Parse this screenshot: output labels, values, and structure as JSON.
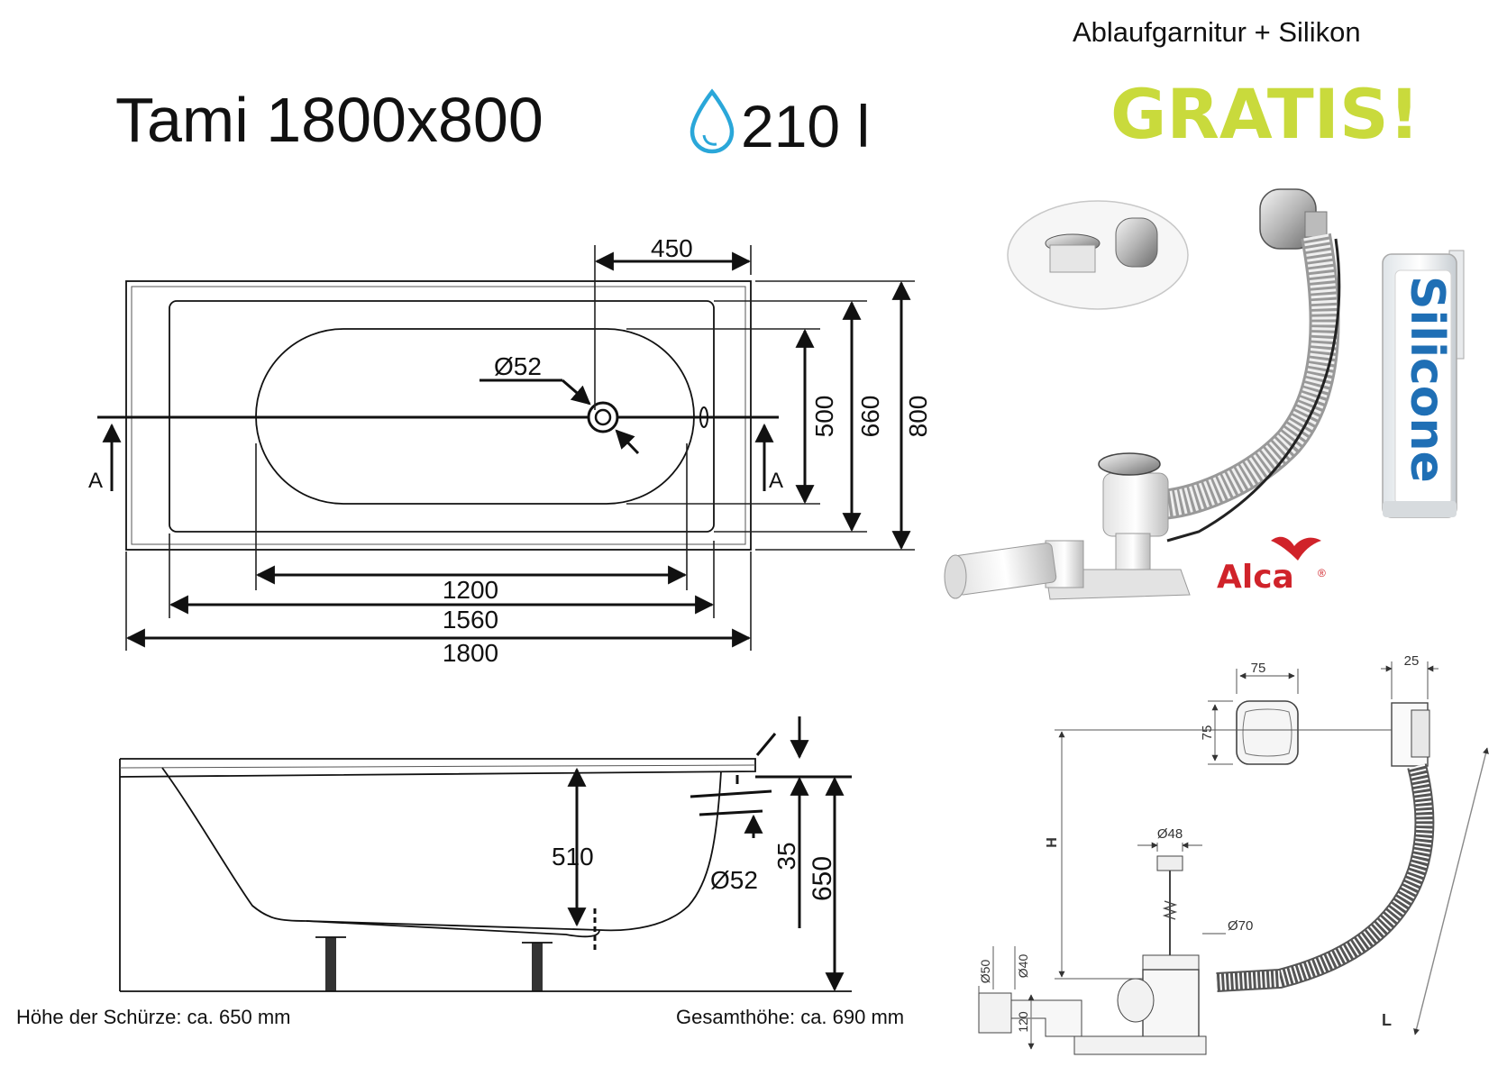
{
  "header": {
    "model": "Tami 1800x800",
    "volume": "210 l",
    "offer_line": "Ablaufgarnitur + Silikon",
    "offer_badge": "GRATIS!"
  },
  "colors": {
    "gratis": "#c9da3c",
    "water_drop": "#2aa7d9",
    "alca_red": "#d0232a",
    "silicone_blue": "#1f6fb5"
  },
  "top_view": {
    "dim_drain_offset": "450",
    "dim_drain_diameter": "Ø52",
    "dim_inner_depth": "500",
    "dim_inner_width": "660",
    "dim_total_width": "800",
    "dim_inner_length": "1200",
    "dim_mid_length": "1560",
    "dim_total_length": "1800",
    "section_label_left": "A",
    "section_label_right": "A"
  },
  "side_view": {
    "dim_depth": "510",
    "dim_rim": "35",
    "dim_height": "650",
    "dim_overflow": "Ø52",
    "apron_note": "Höhe der Schürze: ca. 650 mm",
    "total_height_note": "Gesamthöhe: ca. 690 mm"
  },
  "product": {
    "brand": "Alca",
    "brand_mark": "®",
    "silicone_label": "Silicone"
  },
  "drain_drawing": {
    "dim_cap_w": "75",
    "dim_cap_h": "75",
    "dim_depth": "25",
    "dim_height": "H",
    "dim_plug": "Ø48",
    "dim_flange": "Ø70",
    "dim_outlet_outer": "Ø50",
    "dim_outlet_inner": "Ø40",
    "dim_outlet_height": "120",
    "dim_length": "L"
  }
}
